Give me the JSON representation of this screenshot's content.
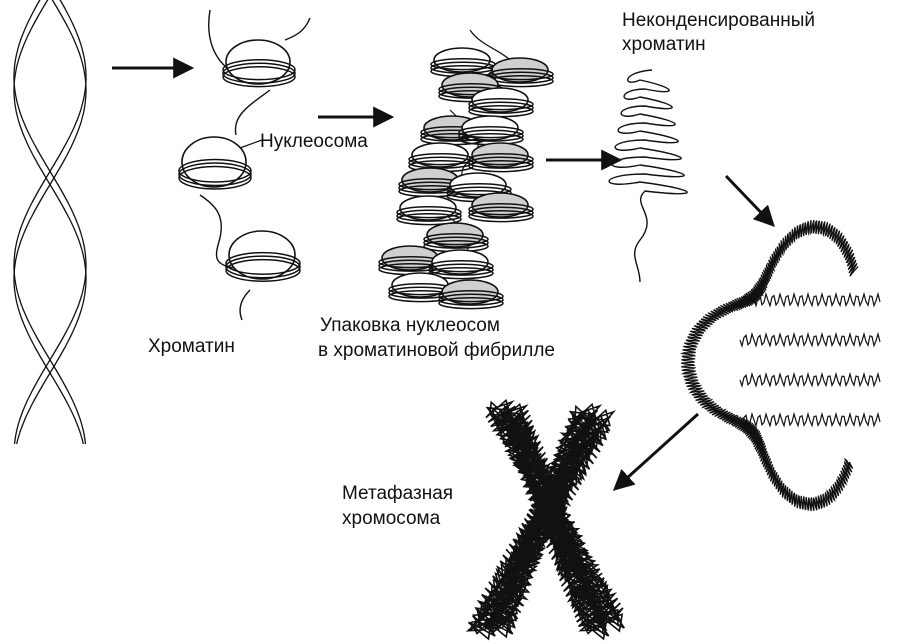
{
  "labels": {
    "nucleosome": "Нуклеосома",
    "chromatin": "Хроматин",
    "packing_line1": "Упаковка нуклеосом",
    "packing_line2": "в хроматиновой фибрилле",
    "uncondensed_line1": "Неконденсированный",
    "uncondensed_line2": "хроматин",
    "metaphase_line1": "Метафазная",
    "metaphase_line2": "хромосома"
  },
  "colors": {
    "ink": "#111111",
    "disc_fill": "#ffffff",
    "disc_shade": "#cfcfcf"
  },
  "stages": [
    "dna-double-helix",
    "chromatin-nucleosomes",
    "packed-fibril",
    "uncondensed-chromatin",
    "condensed-loops",
    "metaphase-chromosome"
  ]
}
